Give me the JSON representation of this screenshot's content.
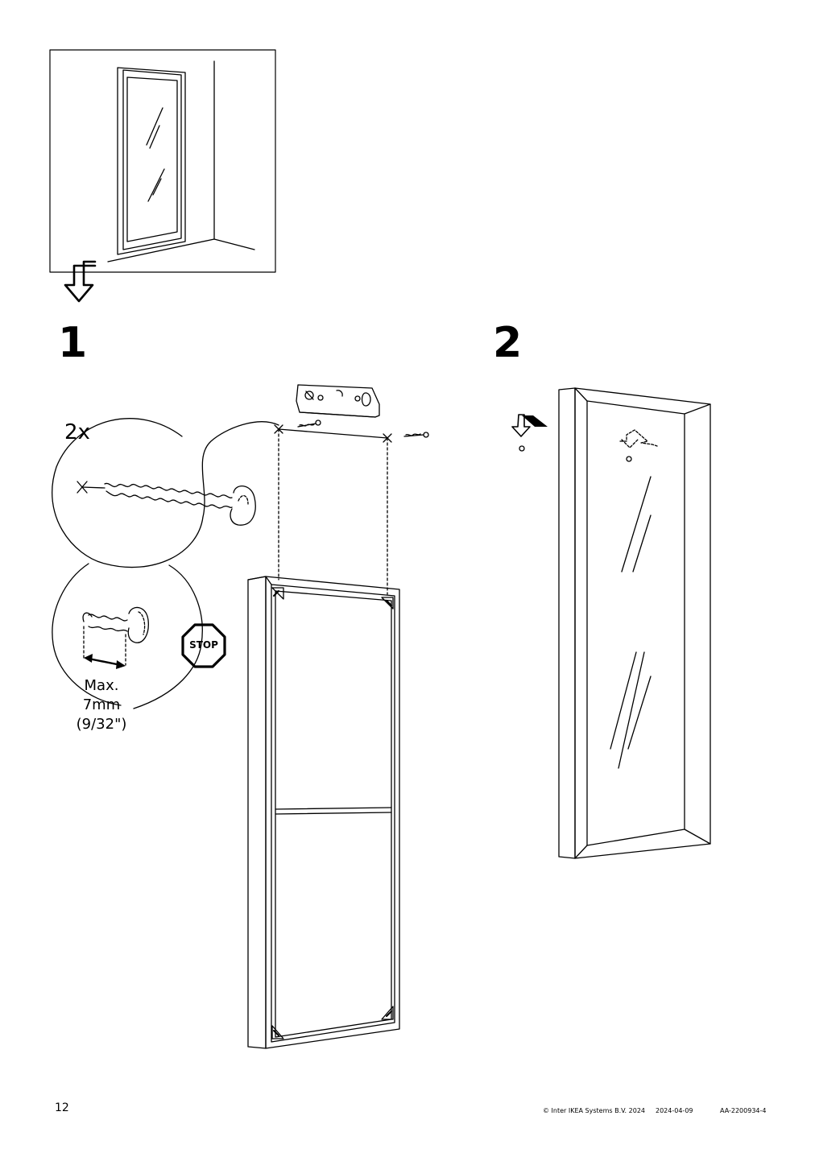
{
  "steps": [
    {
      "number": "1"
    },
    {
      "number": "2"
    }
  ],
  "step1": {
    "quantity": "2x",
    "max_depth": {
      "line1": "Max.",
      "line2": "7mm",
      "line3": "(9/32\")"
    },
    "stop_sign": "STOP"
  },
  "footer": {
    "page_number": "12",
    "copyright": "© Inter IKEA Systems B.V. 2024",
    "date": "2024-04-09",
    "doc_id": "AA-2200934-4"
  },
  "icons": {
    "flow_arrow": "down-arrow-icon",
    "stop": "stop-sign-icon",
    "screw": "screw-icon",
    "bracket": "wall-bracket-icon",
    "mirror": "mirror-icon"
  }
}
